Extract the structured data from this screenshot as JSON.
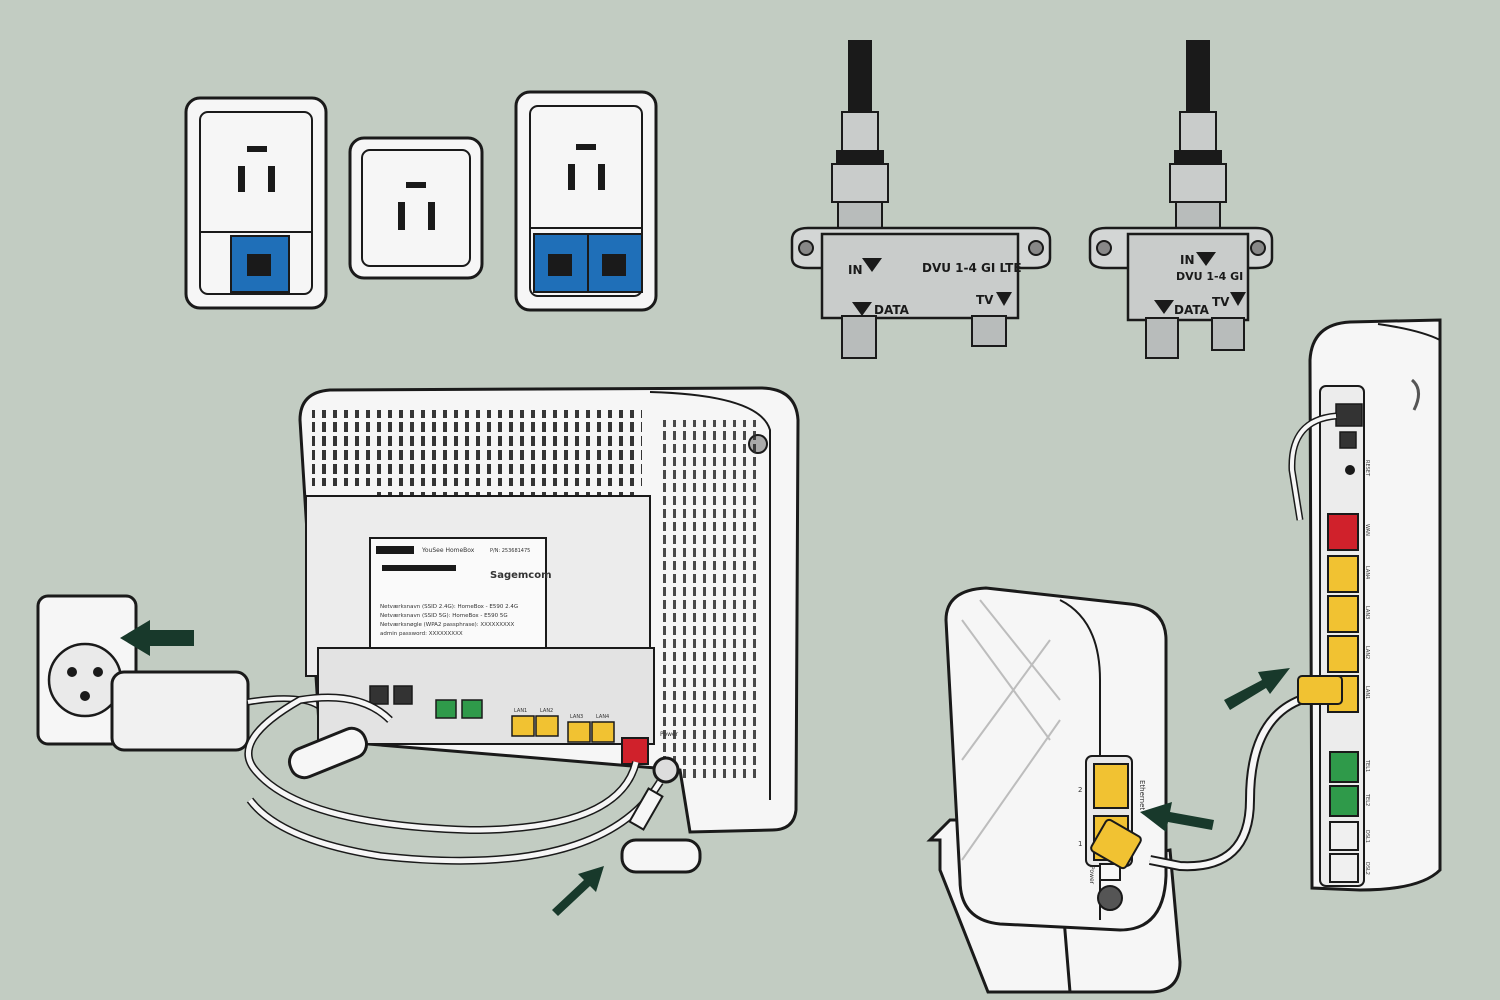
{
  "colors": {
    "background": "#c2ccc2",
    "outline": "#1a1a1a",
    "device_white": "#f6f6f6",
    "shade": "#d9d9d9",
    "splitter_grey": "#c9cccb",
    "phone_jack_blue": "#1f6fb8",
    "lan_yellow": "#f1c232",
    "wan_red": "#d0212b",
    "tel_green": "#2f9a4a",
    "arrow_green": "#18392b"
  },
  "icons": [
    "wall-socket-icon",
    "phone-jack-icon",
    "coax-splitter-icon",
    "router-icon",
    "arrow-icon",
    "power-adapter-icon",
    "ethernet-cable-icon"
  ],
  "splitters": {
    "left": {
      "model": "DVU 1-4 GI LTE",
      "in_label": "IN",
      "data_label": "DATA",
      "tv_label": "TV"
    },
    "right": {
      "model": "DVU 1-4 GI",
      "in_label": "IN",
      "data_label": "DATA",
      "tv_label": "TV"
    }
  },
  "router_label": {
    "product": "YouSee HomeBox",
    "pn": "P/N: 253681475",
    "brand": "Sagemcom",
    "line1": "Netværksnavn (SSID 2.4G): HomeBox - E590 2.4G",
    "line2": "Netværksnavn (SSID 5G): HomeBox - E590 5G",
    "line3": "Netværksnøgle (WPA2 passphrase): XXXXXXXXX",
    "line4": "admin password: XXXXXXXXX"
  },
  "router_ports": {
    "lan": [
      "LAN1",
      "LAN2",
      "LAN3",
      "LAN4"
    ],
    "power": "Power"
  },
  "side_ports": {
    "reset": "RESET",
    "wan": "WAN",
    "lan": [
      "LAN4",
      "LAN3",
      "LAN2",
      "LAN1"
    ],
    "tel": [
      "TEL1",
      "TEL2"
    ],
    "dsl": [
      "DSL1",
      "DSL2"
    ]
  },
  "extender_ports": {
    "ethernet": "Ethernet",
    "port1": "1",
    "port2": "2",
    "power": "Power"
  }
}
